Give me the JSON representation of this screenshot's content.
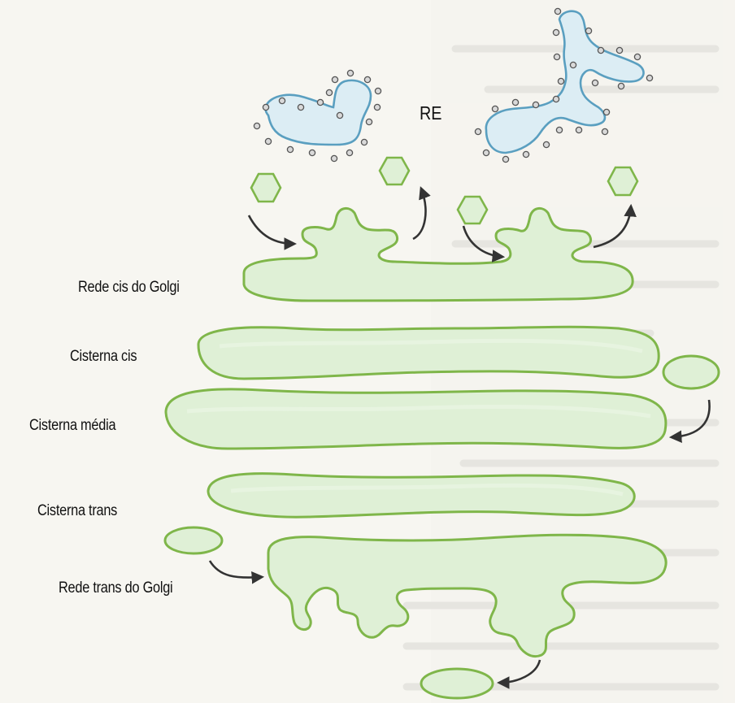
{
  "diagram": {
    "er_label": "RE",
    "labels": {
      "cis_network": "Rede cis do Golgi",
      "cis_cisterna": "Cisterna cis",
      "medial_cisterna": "Cisterna média",
      "trans_cisterna": "Cisterna trans",
      "trans_network": "Rede trans do Golgi"
    }
  },
  "colors": {
    "golgi_fill": "#dff0d6",
    "golgi_stroke": "#7fb64a",
    "er_fill": "#dcedf4",
    "er_stroke": "#5a9fc0",
    "arrow": "#333333",
    "page": "#f7f6f1"
  }
}
